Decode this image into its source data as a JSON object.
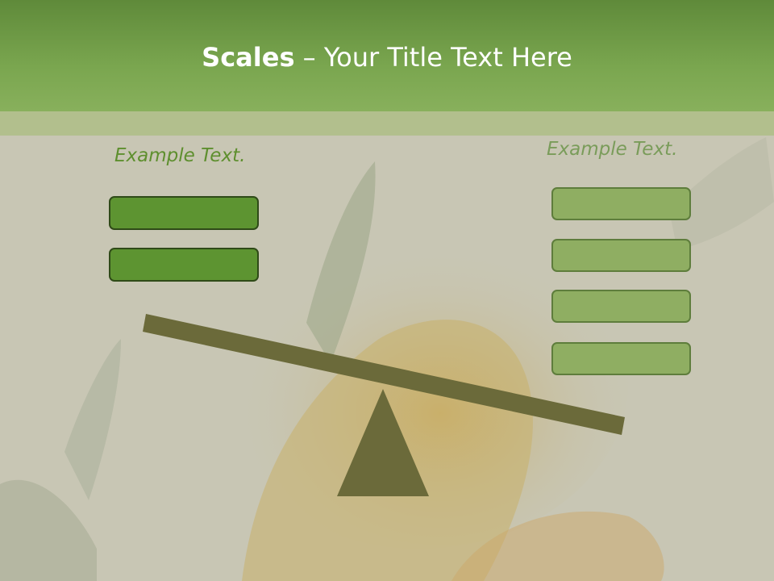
{
  "slide": {
    "title_bold": "Scales",
    "title_rest": " – Your Title Text Here"
  },
  "left_side": {
    "label": "Example Text.",
    "boxes": [
      "",
      ""
    ]
  },
  "right_side": {
    "label": "Example Text.",
    "boxes": [
      "",
      "",
      "",
      ""
    ]
  },
  "colors": {
    "header": "#6f9a45",
    "beam": "#6b6a3a",
    "left_box": "#5d9431",
    "right_box": "#8fae62",
    "left_label": "#5e8f2e",
    "right_label": "#7a9c5a"
  }
}
